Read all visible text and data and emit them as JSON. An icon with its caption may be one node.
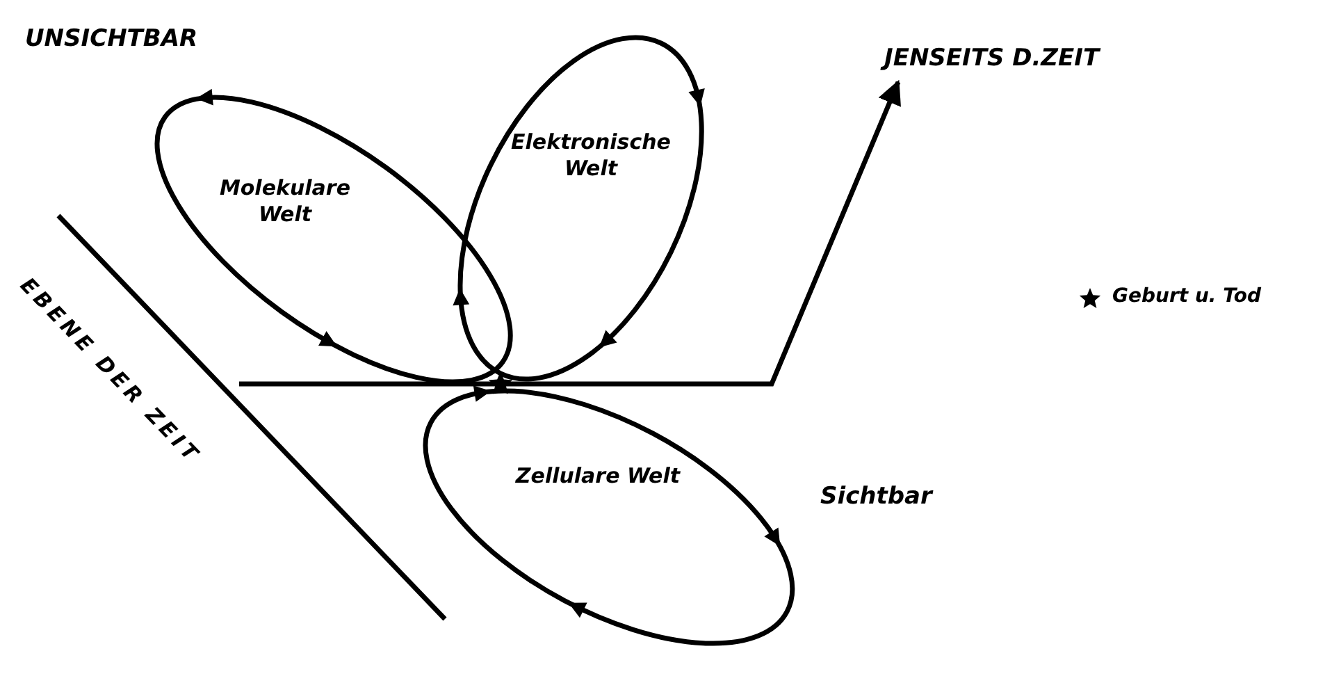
{
  "diagram": {
    "nodes": [
      {
        "text": [
          "Molekulare Welt"
        ]
      },
      {
        "text": [
          "Elektronische Welt"
        ]
      },
      {
        "text": [
          "Zellulare Welt"
        ]
      },
      {
        "text": [
          "JENSEITS D.ZEIT"
        ]
      }
    ],
    "edges": [
      {
        "from": null,
        "to": 3,
        "arrow": "to"
      }
    ],
    "labels": [
      "UNSICHTBAR",
      "EBENE DER ZEIT",
      "Sichtbar"
    ],
    "legend": [
      {
        "text": "Geburt u. Tod"
      }
    ]
  }
}
